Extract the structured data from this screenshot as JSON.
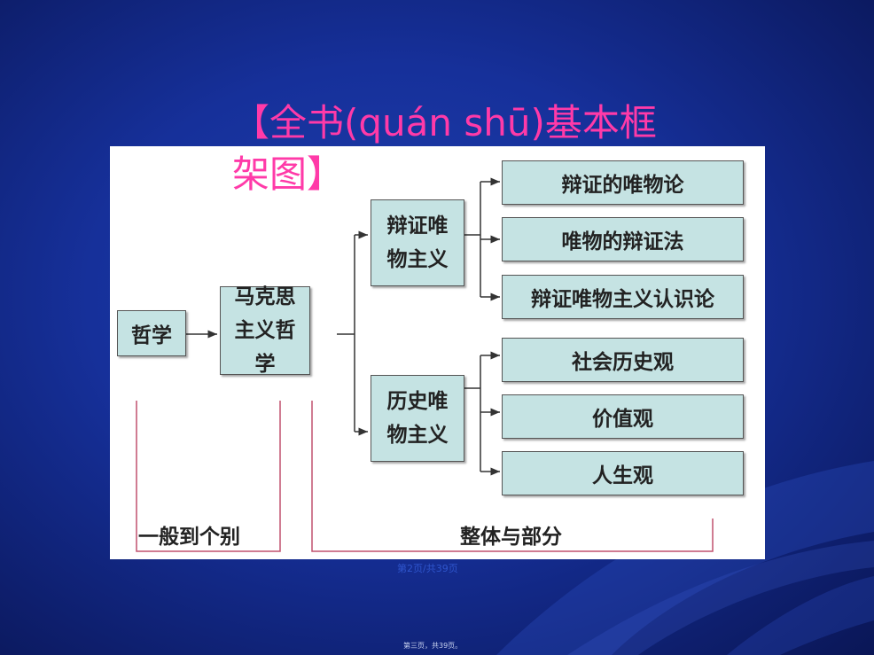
{
  "slide": {
    "title": "【全书(quán shū)基本框架图】",
    "footer_page": "第2页/共39页",
    "footer_small": "第三页，共39页。"
  },
  "diagram": {
    "nodes": {
      "philosophy": "哲学",
      "marxist_philosophy": "马克思主义哲学",
      "dialectical_materialism": "辩证唯物主义",
      "historical_materialism": "历史唯物主义",
      "dialectical_materialism_theory": "辩证的唯物论",
      "materialist_dialectics": "唯物的辩证法",
      "epistemology": "辩证唯物主义认识论",
      "social_history_view": "社会历史观",
      "values_view": "价值观",
      "life_view": "人生观"
    },
    "labels": {
      "general_to_individual": "一般到个别",
      "whole_and_part": "整体与部分"
    },
    "colors": {
      "box_fill": "#c5e3e3",
      "bracket_line": "#c0506e",
      "title_pink": "#ff3aa8"
    }
  }
}
